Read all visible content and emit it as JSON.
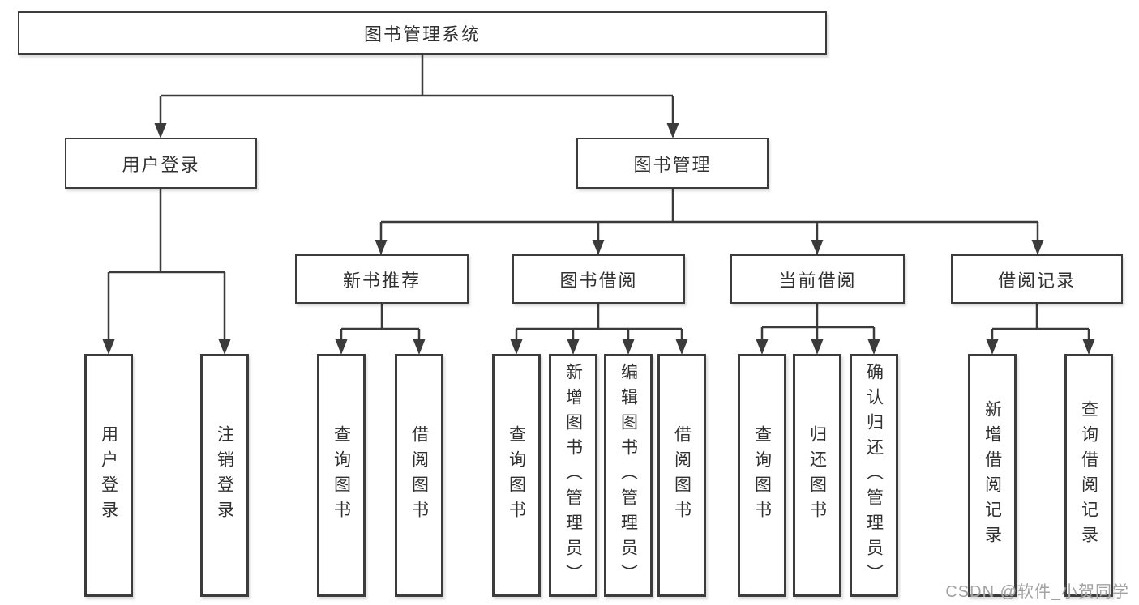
{
  "tree": {
    "root": {
      "label": "图书管理系统"
    },
    "login": {
      "label": "用户登录",
      "children": [
        {
          "label": "用户登录"
        },
        {
          "label": "注销登录"
        }
      ]
    },
    "mgmt": {
      "label": "图书管理",
      "groups": [
        {
          "label": "新书推荐",
          "children": [
            {
              "label": "查询图书"
            },
            {
              "label": "借阅图书"
            }
          ]
        },
        {
          "label": "图书借阅",
          "children": [
            {
              "label": "查询图书"
            },
            {
              "label": "新增图书（管理员）"
            },
            {
              "label": "编辑图书（管理员）"
            },
            {
              "label": "借阅图书"
            }
          ]
        },
        {
          "label": "当前借阅",
          "children": [
            {
              "label": "查询图书"
            },
            {
              "label": "归还图书"
            },
            {
              "label": "确认归还（管理员）"
            }
          ]
        },
        {
          "label": "借阅记录",
          "children": [
            {
              "label": "新增借阅记录"
            },
            {
              "label": "查询借阅记录"
            }
          ]
        }
      ]
    }
  },
  "watermark": {
    "text": "CSDN @软件_小贺同学"
  },
  "colors": {
    "line": "#3b3b3b",
    "border": "#3c3c3c",
    "text": "#313131",
    "watermark": "#a2a2a2",
    "background": "#ffffff"
  }
}
